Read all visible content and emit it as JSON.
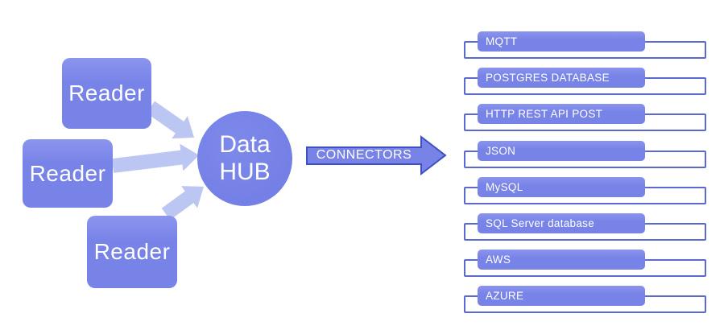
{
  "diagram": {
    "readers": [
      {
        "label": "Reader"
      },
      {
        "label": "Reader"
      },
      {
        "label": "Reader"
      }
    ],
    "hub": {
      "line1": "Data",
      "line2": "HUB"
    },
    "connector_arrow": {
      "label": "CONNECTORS"
    },
    "connectors": [
      {
        "label": "MQTT"
      },
      {
        "label": "POSTGRES DATABASE"
      },
      {
        "label": "HTTP REST API POST"
      },
      {
        "label": "JSON"
      },
      {
        "label": "MySQL"
      },
      {
        "label": "SQL Server database"
      },
      {
        "label": "AWS"
      },
      {
        "label": "AZURE"
      }
    ],
    "colors": {
      "box_fill": "#7883e7",
      "box_fill_light": "#8b95ee",
      "arrow_light": "#bcc6f2",
      "outline_border": "#5b6ad2",
      "connector_border": "#3f4fc2",
      "text_light": "#ffffff"
    }
  }
}
